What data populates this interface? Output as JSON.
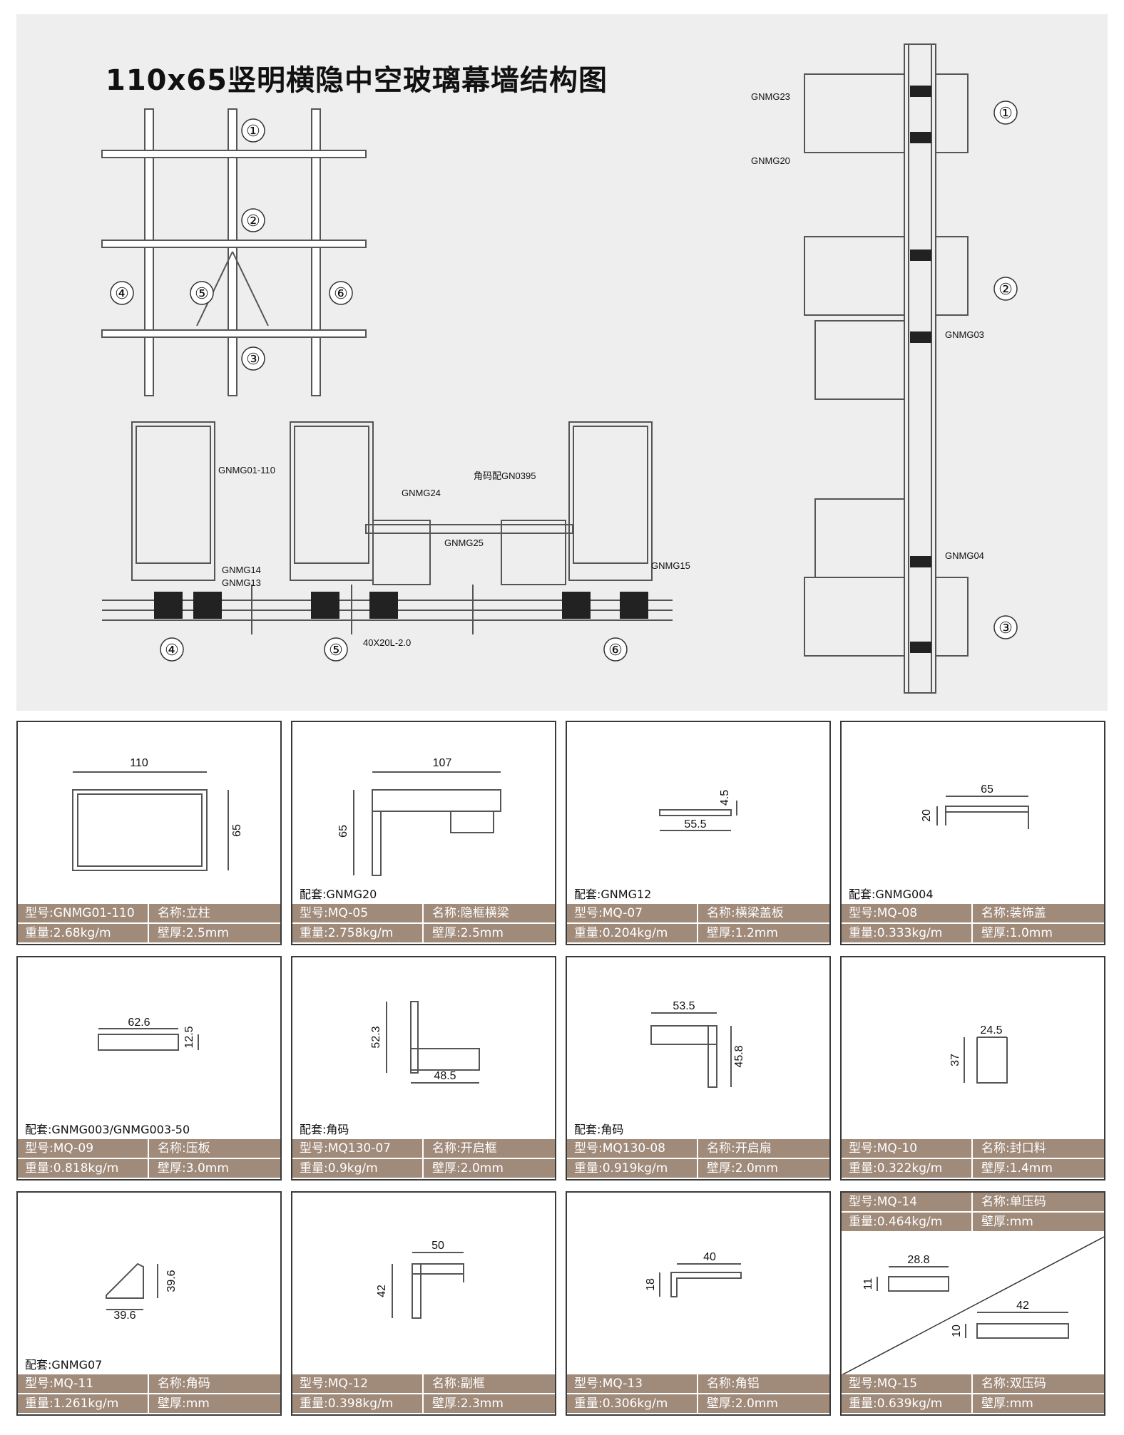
{
  "title": "110x65竖明横隐中空玻璃幕墙结构图",
  "grid_markers": [
    "①",
    "②",
    "③",
    "④",
    "⑤",
    "⑥"
  ],
  "section_labels": {
    "gnmg01": "GNMG01-110",
    "gnmg14": "GNMG14",
    "gnmg13": "GNMG13",
    "gnmg24": "GNMG24",
    "gnmg25": "GNMG25",
    "corner": "角码配GN0395",
    "gnmg15": "GNMG15",
    "tube": "40X20L-2.0",
    "gnmg23": "GNMG23",
    "gnmg20": "GNMG20",
    "gnmg03": "GNMG03",
    "gnmg04": "GNMG04"
  },
  "cards": [
    {
      "dims": [
        "110",
        "65"
      ],
      "accessory": "",
      "model": "型号:GNMG01-110",
      "name": "名称:立柱",
      "weight": "重量:2.68kg/m",
      "wall": "壁厚:2.5mm"
    },
    {
      "dims": [
        "107",
        "65"
      ],
      "accessory": "配套:GNMG20",
      "model": "型号:MQ-05",
      "name": "名称:隐框横梁",
      "weight": "重量:2.758kg/m",
      "wall": "壁厚:2.5mm"
    },
    {
      "dims": [
        "55.5",
        "4.5"
      ],
      "accessory": "配套:GNMG12",
      "model": "型号:MQ-07",
      "name": "名称:横梁盖板",
      "weight": "重量:0.204kg/m",
      "wall": "壁厚:1.2mm"
    },
    {
      "dims": [
        "65",
        "20"
      ],
      "accessory": "配套:GNMG004",
      "model": "型号:MQ-08",
      "name": "名称:装饰盖",
      "weight": "重量:0.333kg/m",
      "wall": "壁厚:1.0mm"
    },
    {
      "dims": [
        "62.6",
        "12.5"
      ],
      "accessory": "配套:GNMG003/GNMG003-50",
      "model": "型号:MQ-09",
      "name": "名称:压板",
      "weight": "重量:0.818kg/m",
      "wall": "壁厚:3.0mm"
    },
    {
      "dims": [
        "52.3",
        "48.5"
      ],
      "accessory": "配套:角码",
      "model": "型号:MQ130-07",
      "name": "名称:开启框",
      "weight": "重量:0.9kg/m",
      "wall": "壁厚:2.0mm"
    },
    {
      "dims": [
        "53.5",
        "45.8"
      ],
      "accessory": "配套:角码",
      "model": "型号:MQ130-08",
      "name": "名称:开启扇",
      "weight": "重量:0.919kg/m",
      "wall": "壁厚:2.0mm"
    },
    {
      "dims": [
        "24.5",
        "37"
      ],
      "accessory": "",
      "model": "型号:MQ-10",
      "name": "名称:封口料",
      "weight": "重量:0.322kg/m",
      "wall": "壁厚:1.4mm"
    },
    {
      "dims": [
        "39.6",
        "39.6"
      ],
      "accessory": "配套:GNMG07",
      "model": "型号:MQ-11",
      "name": "名称:角码",
      "weight": "重量:1.261kg/m",
      "wall": "壁厚:mm"
    },
    {
      "dims": [
        "50",
        "42"
      ],
      "accessory": "",
      "model": "型号:MQ-12",
      "name": "名称:副框",
      "weight": "重量:0.398kg/m",
      "wall": "壁厚:2.3mm"
    },
    {
      "dims": [
        "40",
        "18"
      ],
      "accessory": "",
      "model": "型号:MQ-13",
      "name": "名称:角铝",
      "weight": "重量:0.306kg/m",
      "wall": "壁厚:2.0mm"
    }
  ],
  "split_card": {
    "top": {
      "model": "型号:MQ-14",
      "name": "名称:单压码",
      "weight": "重量:0.464kg/m",
      "wall": "壁厚:mm",
      "dims": [
        "28.8",
        "11"
      ]
    },
    "bottom": {
      "model": "型号:MQ-15",
      "name": "名称:双压码",
      "weight": "重量:0.639kg/m",
      "wall": "壁厚:mm",
      "dims": [
        "42",
        "10"
      ]
    }
  }
}
